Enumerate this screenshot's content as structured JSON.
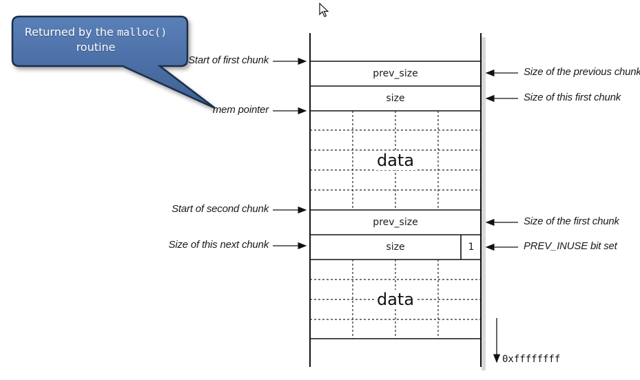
{
  "callout": {
    "text_before": "Returned by the ",
    "code": "malloc()",
    "text_after": "routine",
    "fill": "#4a6fa5"
  },
  "left_annotations": {
    "start_first_chunk": "Start of first chunk",
    "mem_pointer": "mem pointer",
    "start_second_chunk": "Start of second chunk",
    "size_next_chunk": "Size of this next chunk"
  },
  "right_annotations": {
    "size_previous_chunk": "Size of the previous chunk",
    "size_this_first_chunk": "Size of this first chunk",
    "size_first_chunk": "Size of the first chunk",
    "prev_inuse_bit_set": "PREV_INUSE bit set"
  },
  "chunk1": {
    "prev_size": "prev_size",
    "size": "size",
    "data": "data"
  },
  "chunk2": {
    "prev_size": "prev_size",
    "size": "size",
    "inuse_bit": "1",
    "data": "data"
  },
  "address": "0xffffffff",
  "icons": {
    "cursor": "mouse-pointer-icon",
    "arrow": "arrow-icon"
  }
}
